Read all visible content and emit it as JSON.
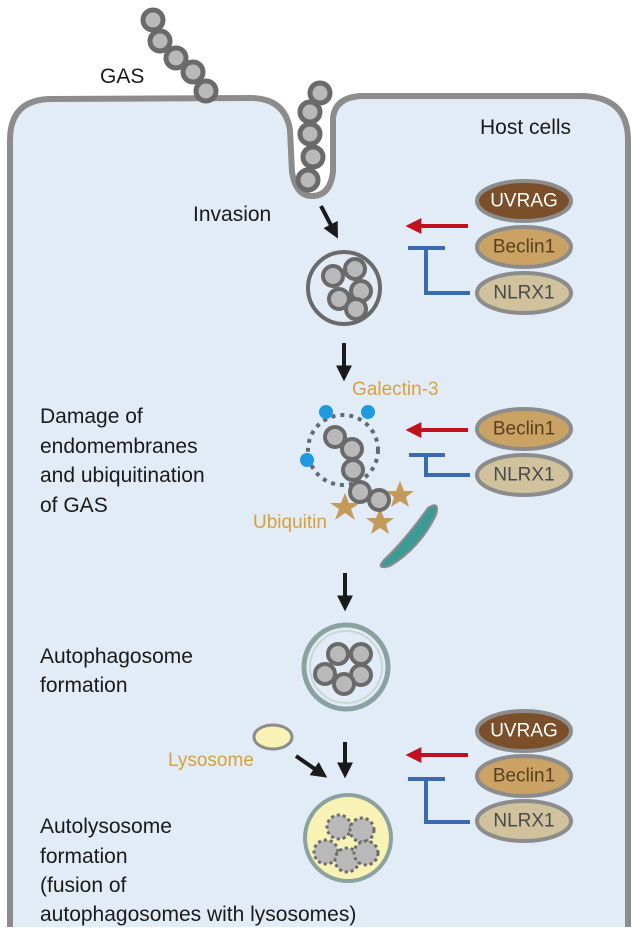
{
  "labels": {
    "gas": "GAS",
    "host_cells": "Host cells",
    "invasion": "Invasion",
    "damage": [
      "Damage of",
      "endomembranes",
      "and ubiquitination",
      "of GAS"
    ],
    "galectin": "Galectin-3",
    "ubiquitin": "Ubiquitin",
    "autophagosome": [
      "Autophagosome",
      "formation"
    ],
    "lysosome": "Lysosome",
    "autolysosome": [
      "Autolysosome",
      "formation",
      "(fusion of",
      "autophagosomes with lysosomes)"
    ]
  },
  "proteins": {
    "uvrag": "UVRAG",
    "beclin1": "Beclin1",
    "nlrx1": "NLRX1"
  },
  "colors": {
    "cytoplasm": "#e2ecf7",
    "membrane": "#8c8c8c",
    "bacterium_fill": "#b9b9b9",
    "bacterium_stroke": "#6a6a6a",
    "uvrag": "#7a4f2a",
    "beclin1": "#c9a264",
    "nlrx1": "#cfc29d",
    "activate_arrow": "#c0111f",
    "inhibit_bar": "#3a6bb0",
    "galectin": "#1e9be0",
    "ubiquitin": "#c49a5a",
    "lysosome_fill": "#f8f3b4",
    "autophagosome_membrane": "#8ba3a0",
    "mito": "#3d9a94"
  }
}
